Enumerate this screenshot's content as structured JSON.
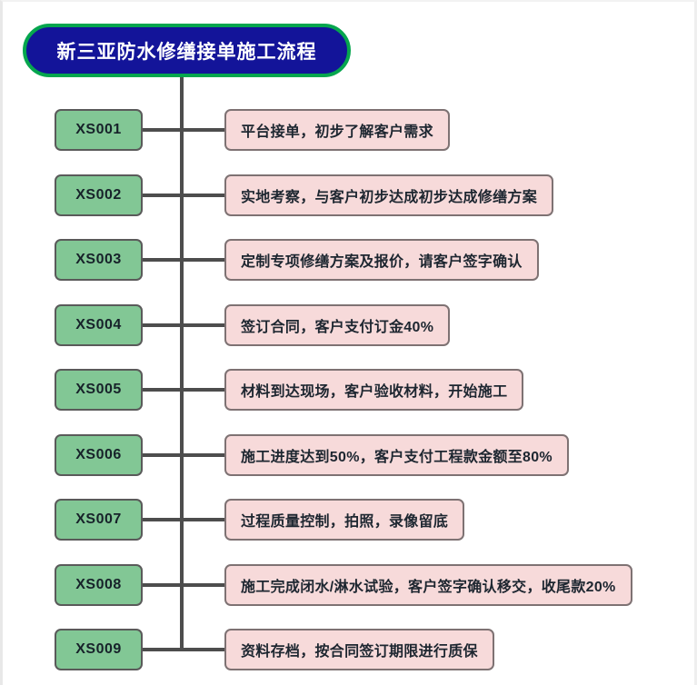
{
  "diagram": {
    "title": "新三亚防水修缮接单施工流程",
    "title_colors": {
      "fill": "#131499",
      "border": "#06a64e",
      "text": "#ffffff"
    },
    "node_colors": {
      "code_fill": "#82c795",
      "code_border": "#5a5a5a",
      "text_fill": "#f7dada",
      "text_border": "#7e7273",
      "connector": "#4d4d4d"
    },
    "steps": [
      {
        "code": "XS001",
        "text": "平台接单，初步了解客户需求"
      },
      {
        "code": "XS002",
        "text": "实地考察，与客户初步达成初步达成修缮方案"
      },
      {
        "code": "XS003",
        "text": "定制专项修缮方案及报价，请客户签字确认"
      },
      {
        "code": "XS004",
        "text": "签订合同，客户支付订金40%"
      },
      {
        "code": "XS005",
        "text": "材料到达现场，客户验收材料，开始施工"
      },
      {
        "code": "XS006",
        "text": "施工进度达到50%，客户支付工程款金额至80%"
      },
      {
        "code": "XS007",
        "text": "过程质量控制，拍照，录像留底"
      },
      {
        "code": "XS008",
        "text": "施工完成闭水/淋水试验，客户签字确认移交，收尾款20%"
      },
      {
        "code": "XS009",
        "text": "资料存档，按合同签订期限进行质保"
      }
    ]
  }
}
